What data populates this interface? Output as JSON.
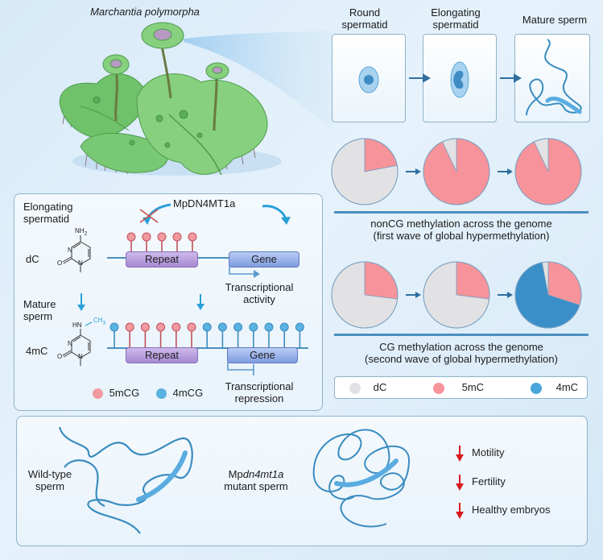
{
  "colors": {
    "dC": "#e2e2e4",
    "5mC": "#f7939a",
    "4mC": "#3b8fc9",
    "accent_blue": "#2f8fc4",
    "repeat_box": "#b49ad6",
    "gene_box": "#8ea8e8",
    "down_arrow_red": "#d7191f",
    "strand": "#4b8fbe"
  },
  "organism": {
    "name": "Marchantia polymorpha"
  },
  "stages": [
    {
      "label_line1": "Round",
      "label_line2": "spermatid"
    },
    {
      "label_line1": "Elongating",
      "label_line2": "spermatid"
    },
    {
      "label_line1": "Mature sperm",
      "label_line2": ""
    }
  ],
  "chart_data": [
    {
      "type": "pie",
      "title": "nonCG methylation across the genome",
      "subtitle": "(first wave of global hypermethylation)",
      "categories": [
        "Round spermatid",
        "Elongating spermatid",
        "Mature sperm"
      ],
      "series": [
        {
          "stage": "Round spermatid",
          "slices": [
            {
              "name": "5mC",
              "value": 22
            },
            {
              "name": "dC",
              "value": 78
            }
          ]
        },
        {
          "stage": "Elongating spermatid",
          "slices": [
            {
              "name": "5mC",
              "value": 93
            },
            {
              "name": "dC",
              "value": 7
            }
          ]
        },
        {
          "stage": "Mature sperm",
          "slices": [
            {
              "name": "5mC",
              "value": 93
            },
            {
              "name": "dC",
              "value": 7
            }
          ]
        }
      ]
    },
    {
      "type": "pie",
      "title": "CG methylation across the genome",
      "subtitle": "(second wave of global hypermethylation)",
      "categories": [
        "Round spermatid",
        "Elongating spermatid",
        "Mature sperm"
      ],
      "series": [
        {
          "stage": "Round spermatid",
          "slices": [
            {
              "name": "5mC",
              "value": 27
            },
            {
              "name": "dC",
              "value": 73
            }
          ]
        },
        {
          "stage": "Elongating spermatid",
          "slices": [
            {
              "name": "5mC",
              "value": 27
            },
            {
              "name": "dC",
              "value": 73
            }
          ]
        },
        {
          "stage": "Mature sperm",
          "slices": [
            {
              "name": "5mC",
              "value": 30
            },
            {
              "name": "4mC",
              "value": 67
            },
            {
              "name": "dC",
              "value": 3
            }
          ]
        }
      ]
    }
  ],
  "pie_legend": [
    {
      "key": "dC",
      "label": "dC"
    },
    {
      "key": "5mC",
      "label": "5mC"
    },
    {
      "key": "4mC",
      "label": "4mC"
    }
  ],
  "mechanism": {
    "stage_top": {
      "line1": "Elongating",
      "line2": "spermatid"
    },
    "stage_bottom": {
      "line1": "Mature",
      "line2": "sperm"
    },
    "base_top": "dC",
    "base_bottom": "4mC",
    "nh2": "NH",
    "nh2_sub": "2",
    "hn": "HN",
    "ch3": "CH",
    "ch3_sub": "3",
    "atom_N": "N",
    "atom_O": "O",
    "enzyme": "MpDN4MT1a",
    "repeat_label": "Repeat",
    "gene_label": "Gene",
    "activity": {
      "line1": "Transcriptional",
      "line2": "activity"
    },
    "repression": {
      "line1": "Transcriptional",
      "line2": "repression"
    },
    "top_strand_sites": [
      "5mCG",
      "5mCG",
      "5mCG",
      "5mCG",
      "5mCG"
    ],
    "bottom_strand_sites": [
      "4mCG",
      "5mCG",
      "5mCG",
      "5mCG",
      "5mCG",
      "5mCG",
      "4mCG",
      "4mCG",
      "4mCG",
      "4mCG",
      "4mCG",
      "4mCG",
      "4mCG"
    ],
    "legend": [
      {
        "key": "5mCG",
        "label": "5mCG",
        "color": "#f29aa0"
      },
      {
        "key": "4mCG",
        "label": "4mCG",
        "color": "#5ab2e0"
      }
    ]
  },
  "phenotype": {
    "wild_type": {
      "line1": "Wild-type",
      "line2": "sperm"
    },
    "mutant": {
      "prefix": "Mp",
      "gene_italic": "dn4mt1a",
      "line2": "mutant sperm"
    },
    "effects": [
      {
        "icon": "down-arrow-icon",
        "label": "Motility"
      },
      {
        "icon": "down-arrow-icon",
        "label": "Fertility"
      },
      {
        "icon": "down-arrow-icon",
        "label": "Healthy embryos"
      }
    ]
  }
}
